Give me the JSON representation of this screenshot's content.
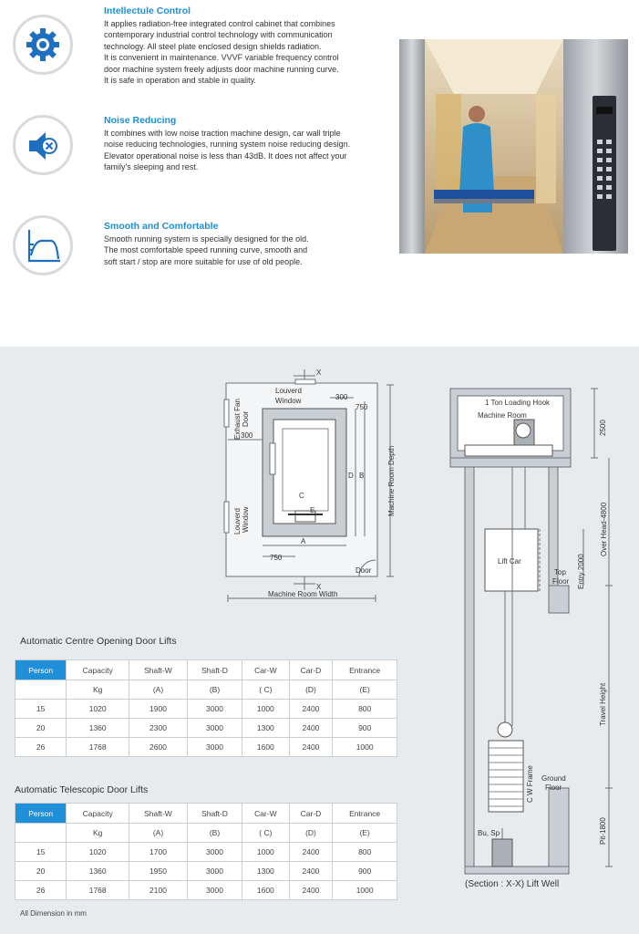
{
  "features": [
    {
      "title": "Intellectule Control",
      "lines": [
        "It applies radiation-free integrated control cabinet that combines",
        "contemporary industrial control technology with communication",
        "technology. All steel plate enclosed design shields radiation.",
        "It is convenient in maintenance. VVVF variable frequency control",
        "door machine system freely adjusts door machine running curve.",
        "It is safe in operation and stable in quality."
      ],
      "icon": "gear-icon"
    },
    {
      "title": "Noise Reducing",
      "lines": [
        "It combines with low noise traction machine design, car wall triple",
        "noise reducing technologies, running system noise reducing design.",
        "Elevator operational noise is less than 43dB. It does not affect your",
        "family's sleeping and rest."
      ],
      "icon": "mute-speaker-icon"
    },
    {
      "title": "Smooth and Comfortable",
      "lines": [
        "Smooth running system is specially designed for the old.",
        "The most comfortable speed running curve, smooth and",
        "soft start / stop are more suitable for use of old people."
      ],
      "icon": "speed-curve-icon"
    }
  ],
  "plan": {
    "x_top": "X",
    "x_bottom": "X",
    "louverd_window_top": "Louverd",
    "louverd_window_top2": "Window",
    "dim_300_top": "300",
    "dim_750_top": "750",
    "exhaust_fan_door": "Exhaust Fan",
    "exhaust_fan_door2": "Door",
    "dim_300_left": "300",
    "d_label": "D",
    "b_label": "B",
    "c_label": "C",
    "e_label": "E",
    "a_label": "A",
    "louverd_window_left": "Louverd",
    "louverd_window_left2": "Window",
    "dim_750_bottom": "750",
    "door_label": "Door",
    "machine_room_depth": "Machine Room Depth",
    "machine_room_width": "Machine Room Width"
  },
  "section": {
    "loading_hook": "1 Ton Loading Hook",
    "machine_room": "Machine Room",
    "dim_2500": "2500",
    "lift_car": "Lift Car",
    "entry_2000": "Entry 2000",
    "over_head": "Over Head-4800",
    "top_floor": "Top",
    "top_floor2": "Floor",
    "travel_height": "Travel Height",
    "cw_frame": "C W Frame",
    "ground_floor": "Ground",
    "ground_floor2": "Floor",
    "bu_sp": "Bu, Sp",
    "pit": "Pit-1800",
    "caption": "(Section : X-X) Lift Well"
  },
  "tables": [
    {
      "title": "Automatic Centre Opening Door Lifts",
      "headers": [
        "Person",
        "Capacity",
        "Shaft-W",
        "Shaft-D",
        "Car-W",
        "Car-D",
        "Entrance"
      ],
      "units": [
        "",
        "Kg",
        "(A)",
        "(B)",
        "( C)",
        "(D)",
        "(E)"
      ],
      "rows": [
        [
          "15",
          "1020",
          "1900",
          "3000",
          "1000",
          "2400",
          "800"
        ],
        [
          "20",
          "1360",
          "2300",
          "3000",
          "1300",
          "2400",
          "900"
        ],
        [
          "26",
          "1768",
          "2600",
          "3000",
          "1600",
          "2400",
          "1000"
        ]
      ]
    },
    {
      "title": "Automatic Telescopic Door Lifts",
      "headers": [
        "Person",
        "Capacity",
        "Shaft-W",
        "Shaft-D",
        "Car-W",
        "Car-D",
        "Entrance"
      ],
      "units": [
        "",
        "Kg",
        "(A)",
        "(B)",
        "( C)",
        "(D)",
        "(E)"
      ],
      "rows": [
        [
          "15",
          "1020",
          "1700",
          "3000",
          "1000",
          "2400",
          "800"
        ],
        [
          "20",
          "1360",
          "1950",
          "3000",
          "1300",
          "2400",
          "900"
        ],
        [
          "26",
          "1768",
          "2100",
          "3000",
          "1600",
          "2400",
          "1000"
        ]
      ]
    }
  ],
  "note": "All Dimension in mm",
  "colors": {
    "accent": "#1f8fd8",
    "panel": "#e8ebee",
    "shaft": "#c9ced3"
  }
}
